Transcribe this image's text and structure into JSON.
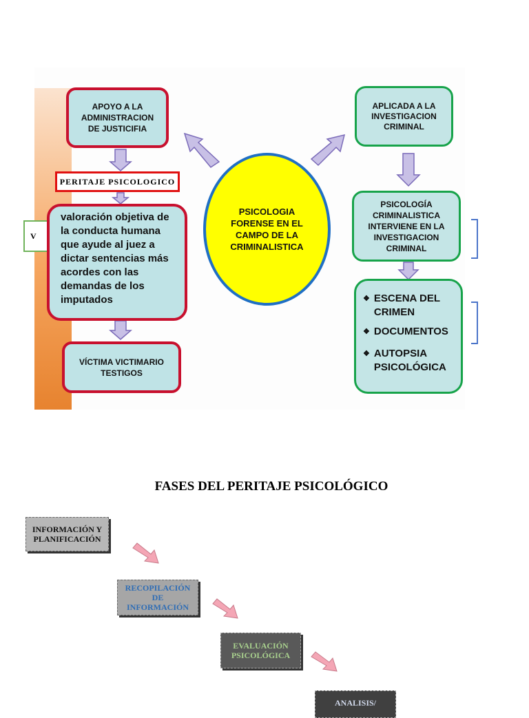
{
  "diagram": {
    "center": "PSICOLOGIA FORENSE EN EL CAMPO DE LA CRIMINALISTICA",
    "left_top": "APOYO A LA ADMINISTRACION DE JUSTICIFIA",
    "peritaje_label": "PERITAJE PSICOLOGICO",
    "valoracion": "valoración objetiva de la conducta humana que ayude al juez a dictar sentencias más acordes con las demandas de los imputados",
    "left_bottom": "VÍCTIMA VICTIMARIO TESTIGOS",
    "right_top": "APLICADA A LA INVESTIGACION CRIMINAL",
    "right_middle": "PSICOLOGÍA CRIMINALISTICA INTERVIENE EN LA INVESTIGACION CRIMINAL",
    "right_list": [
      {
        "bullet": "❖",
        "text": "ESCENA DEL CRIMEN"
      },
      {
        "bullet": "❖",
        "text": "DOCUMENTOS"
      },
      {
        "bullet": "❖",
        "text": "AUTOPSIA PSICOLÓGICA"
      }
    ],
    "cut_left_letter": "V"
  },
  "section_title": "FASES DEL PERITAJE PSICOLÓGICO",
  "phases": [
    {
      "label": "INFORMACIÓN Y PLANIFICACIÓN",
      "bg": "#b7b7b7",
      "color": "#111111"
    },
    {
      "label": "RECOPILACIÓN DE INFORMACIÓN",
      "bg": "#a6a6a6",
      "color": "#2f6db5"
    },
    {
      "label": "EVALUACIÓN PSICOLÓGICA",
      "bg": "#595959",
      "color": "#a9d18e"
    },
    {
      "label": "ANALISIS/",
      "bg": "#404040",
      "color": "#d0d8ea"
    }
  ],
  "colors": {
    "red_border": "#c8102e",
    "green_border": "#17a34a",
    "box_fill": "#bfe3e6",
    "ellipse_fill": "#ffff00",
    "ellipse_border": "#1f6fc4",
    "arrow_fill": "#c8c0e6",
    "arrow_stroke": "#7a6ab8",
    "phase_arrow": "#f4a6b5"
  }
}
